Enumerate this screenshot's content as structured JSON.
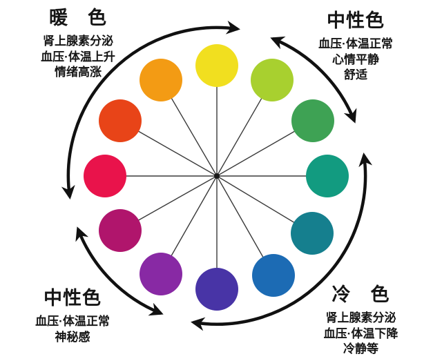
{
  "diagram": {
    "subject": "color-wheel-emotion-diagram",
    "background": "#ffffff",
    "spoke_color": "#3a3a3a",
    "arrow_color": "#111111"
  },
  "corners": {
    "warm": {
      "title": "暖　色",
      "lines": [
        "肾上腺素分泌",
        "血压·体温上升",
        "情绪高涨"
      ]
    },
    "neutral_top": {
      "title": "中性色",
      "lines": [
        "血压·体温正常",
        "心情平静",
        "舒适"
      ]
    },
    "neutral_bottom": {
      "title": "中性色",
      "lines": [
        "血压·体温正常",
        "神秘感"
      ]
    },
    "cold": {
      "title": "冷　色",
      "lines": [
        "肾上腺素分泌",
        "血压·体温下降",
        "冷静等"
      ]
    }
  },
  "wheel": {
    "colors": [
      {
        "name": "yellow",
        "hex": "#F1DF1F"
      },
      {
        "name": "yellow-green",
        "hex": "#A8D02F"
      },
      {
        "name": "green",
        "hex": "#3EA254"
      },
      {
        "name": "teal-green",
        "hex": "#129B80"
      },
      {
        "name": "teal-blue",
        "hex": "#157F8E"
      },
      {
        "name": "blue",
        "hex": "#1C6BB4"
      },
      {
        "name": "blue-violet",
        "hex": "#4834A6"
      },
      {
        "name": "purple",
        "hex": "#8829A4"
      },
      {
        "name": "magenta",
        "hex": "#B0156C"
      },
      {
        "name": "crimson",
        "hex": "#E9134B"
      },
      {
        "name": "red-orange",
        "hex": "#E84418"
      },
      {
        "name": "orange",
        "hex": "#F39B14"
      }
    ]
  }
}
